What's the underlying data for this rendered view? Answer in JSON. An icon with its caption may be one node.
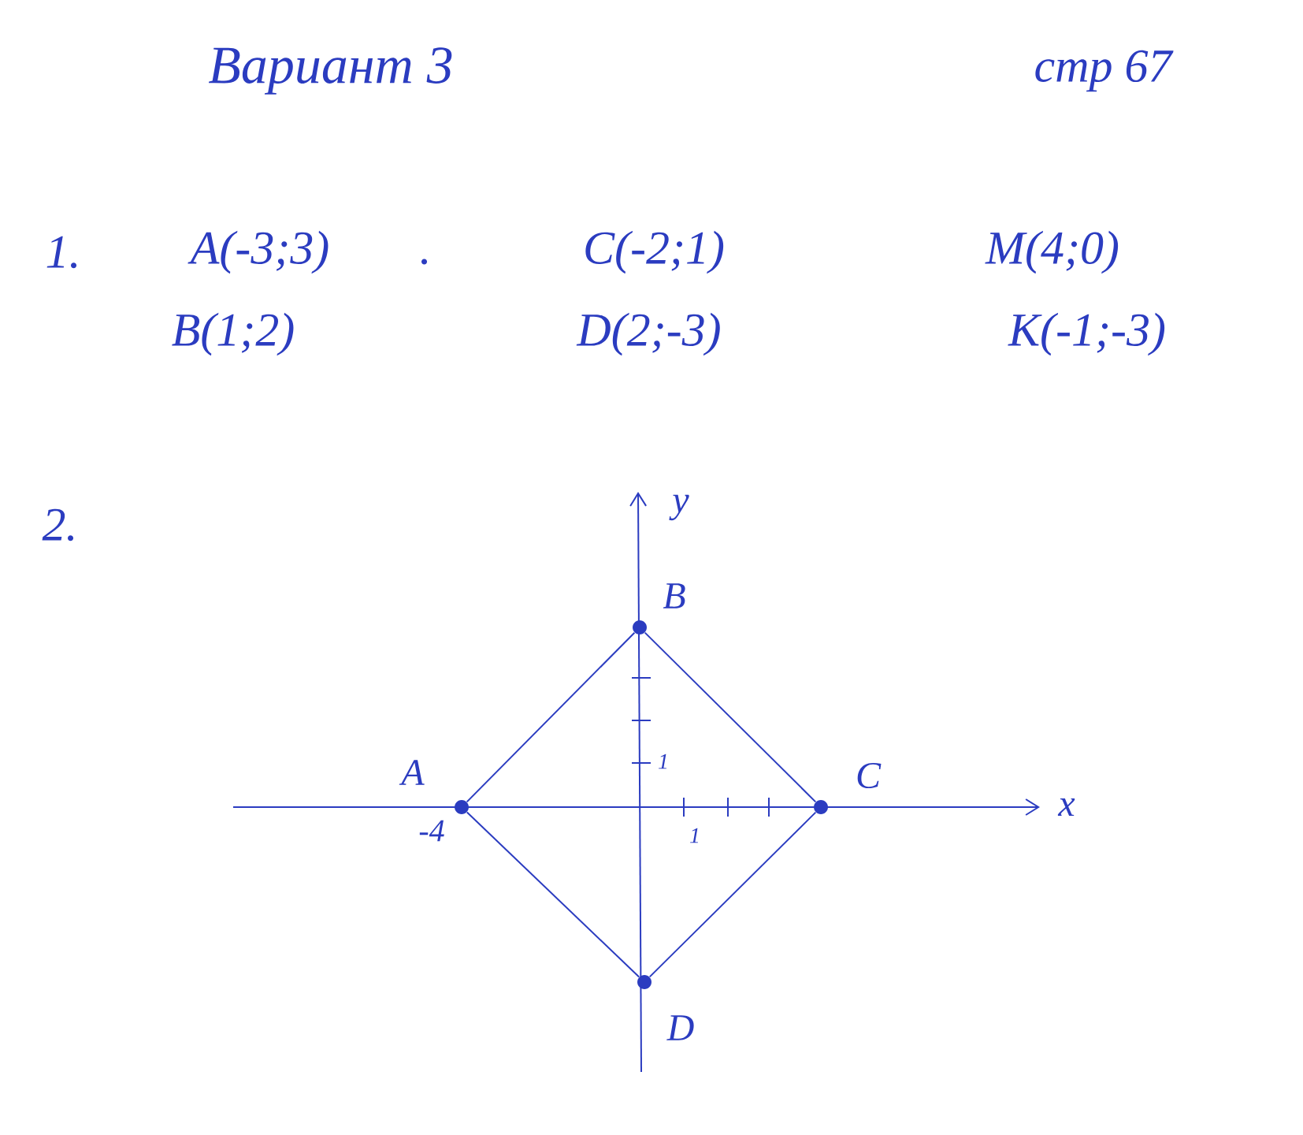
{
  "diagram": {
    "nodes": [
      {
        "text": [],
        "shape": "circle",
        "beside": [
          "A"
        ]
      },
      {
        "text": [],
        "shape": "circle",
        "beside": [
          "B"
        ]
      },
      {
        "text": [],
        "shape": "circle",
        "beside": [
          "C"
        ]
      },
      {
        "text": [],
        "shape": "circle",
        "beside": [
          "D"
        ]
      }
    ],
    "edges": [
      {
        "from": 0,
        "to": 1,
        "arrow": "none"
      },
      {
        "from": 1,
        "to": 2,
        "arrow": "none"
      },
      {
        "from": 2,
        "to": 3,
        "arrow": "none"
      },
      {
        "from": 3,
        "to": 0,
        "arrow": "none"
      }
    ],
    "labels": [
      "Вариант 3",
      "стр 67",
      "1.",
      "A(-3;3)",
      ".",
      "C(-2;1)",
      "M(4;0)",
      "B(1;2)",
      "D(2;-3)",
      "K(-1;-3)",
      "2.",
      "y",
      "1",
      "x",
      "-4",
      "1"
    ]
  }
}
